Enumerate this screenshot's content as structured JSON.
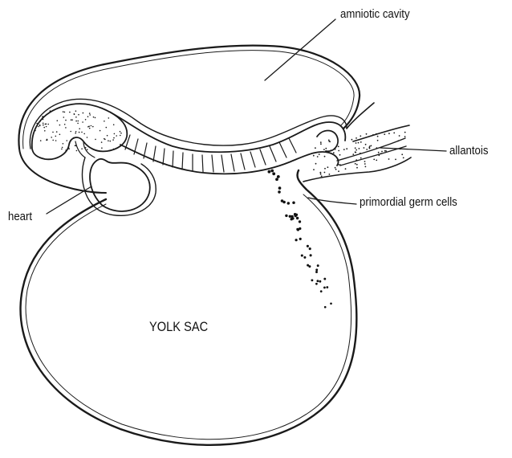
{
  "labels": {
    "amniotic_cavity": "amniotic cavity",
    "allantois": "allantois",
    "heart": "heart",
    "primordial_germ_cells": "primordial germ cells",
    "yolk_sac": "YOLK SAC"
  },
  "colors": {
    "ink": "#1a1a1a",
    "background": "#ffffff"
  }
}
